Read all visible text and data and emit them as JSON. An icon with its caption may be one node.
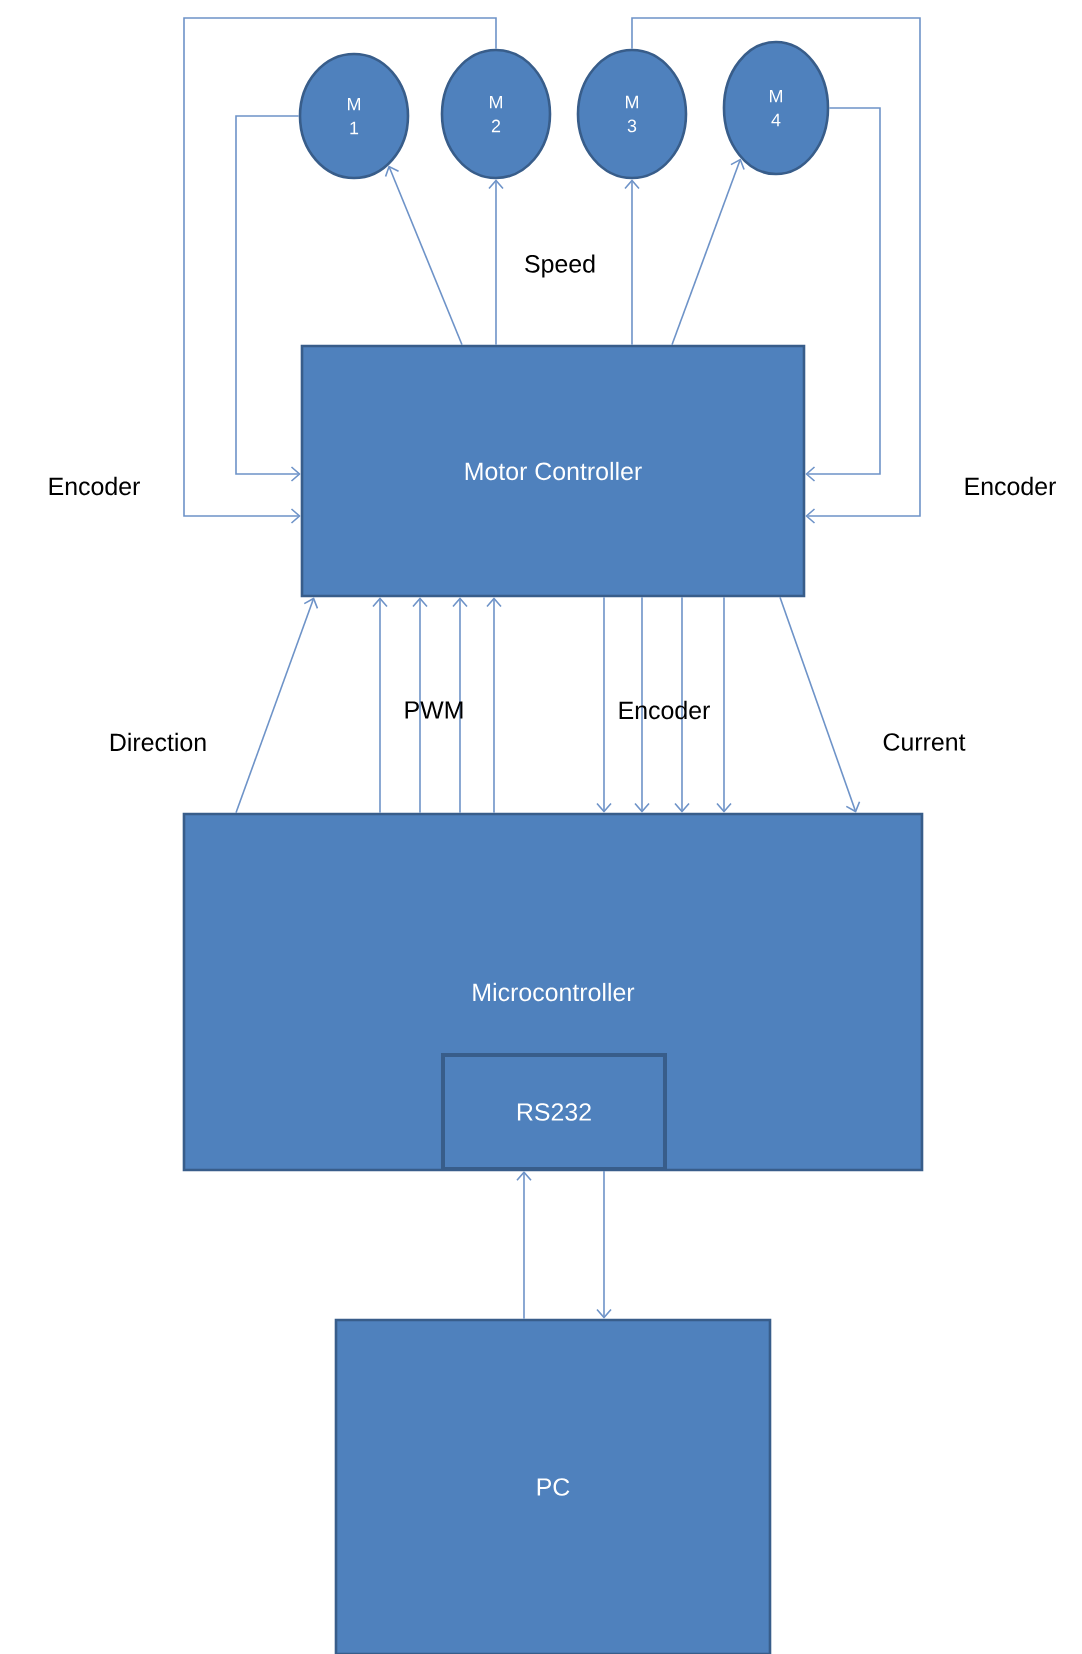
{
  "diagram": {
    "nodes": [
      {
        "text": [
          "Motor Controller"
        ]
      },
      {
        "text": [
          "M 1"
        ]
      },
      {
        "text": [
          "M 2"
        ]
      },
      {
        "text": [
          "M 3"
        ]
      },
      {
        "text": [
          "M 4"
        ]
      },
      {
        "text": [
          "Microcontroller"
        ]
      },
      {
        "text": [
          "RS232"
        ],
        "in": 5
      },
      {
        "text": [
          "PC"
        ]
      }
    ],
    "edges": [
      {
        "from": 0,
        "to": 1,
        "arrow": "to"
      },
      {
        "from": 0,
        "to": 2,
        "arrow": "to"
      },
      {
        "from": 0,
        "to": 3,
        "arrow": "to"
      },
      {
        "from": 0,
        "to": 4,
        "arrow": "to"
      },
      {
        "from": 1,
        "to": 0,
        "arrow": "to"
      },
      {
        "from": 2,
        "to": 0,
        "arrow": "to"
      },
      {
        "from": 3,
        "to": 0,
        "arrow": "to"
      },
      {
        "from": 4,
        "to": 0,
        "arrow": "to"
      },
      {
        "from": 5,
        "to": 0,
        "arrow": "to"
      },
      {
        "from": 5,
        "to": 0,
        "arrow": "to"
      },
      {
        "from": 5,
        "to": 0,
        "arrow": "to"
      },
      {
        "from": 5,
        "to": 0,
        "arrow": "to"
      },
      {
        "from": 5,
        "to": 0,
        "arrow": "to"
      },
      {
        "from": 0,
        "to": 5,
        "arrow": "to"
      },
      {
        "from": 0,
        "to": 5,
        "arrow": "to"
      },
      {
        "from": 0,
        "to": 5,
        "arrow": "to"
      },
      {
        "from": 0,
        "to": 5,
        "arrow": "to"
      },
      {
        "from": 0,
        "to": 5,
        "arrow": "to"
      },
      {
        "from": 7,
        "to": 6,
        "arrow": "to"
      },
      {
        "from": 6,
        "to": 7,
        "arrow": "to"
      }
    ],
    "labels": [
      "Speed",
      "Encoder",
      "Encoder",
      "Direction",
      "PWM",
      "Encoder",
      "Current"
    ]
  }
}
